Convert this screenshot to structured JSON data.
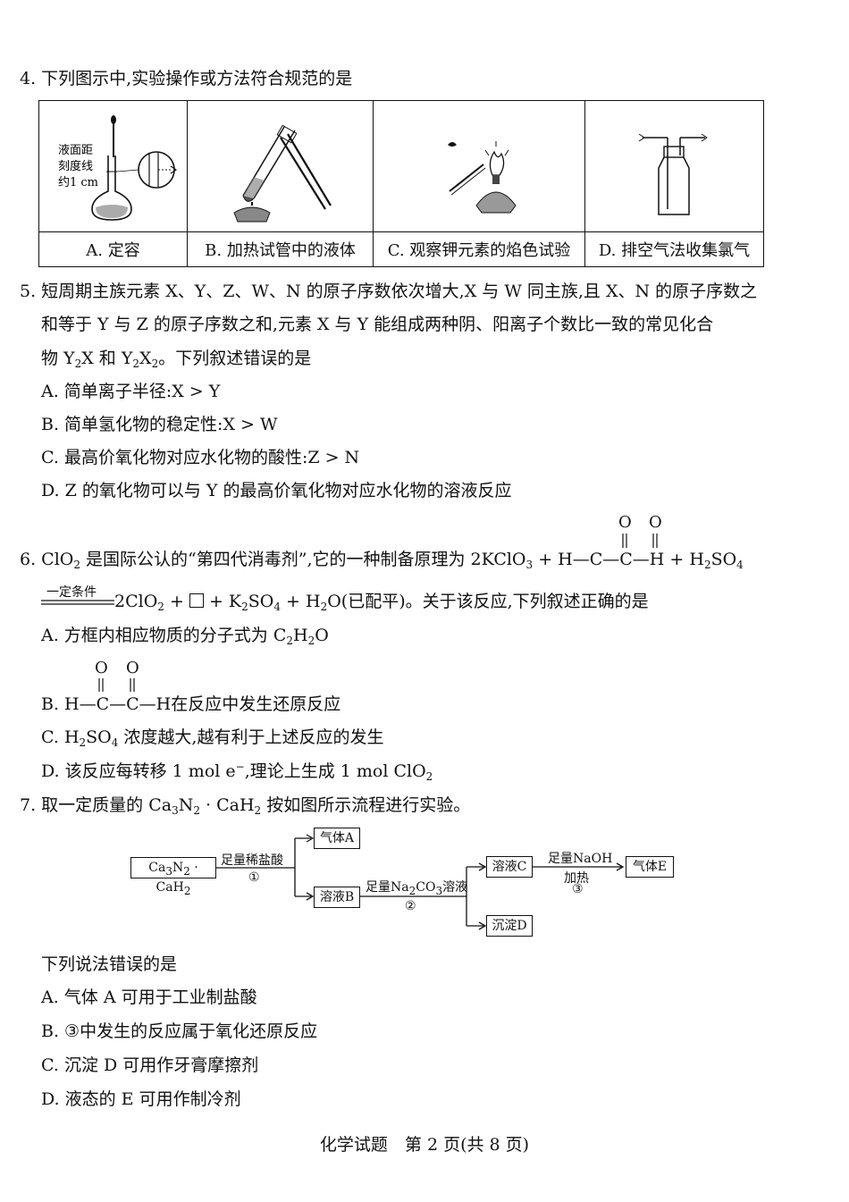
{
  "q4": {
    "stem": "4. 下列图示中,实验操作或方法符合规范的是",
    "inline_note": "液面距刻度线约1 cm",
    "options": [
      "A. 定容",
      "B. 加热试管中的液体",
      "C. 观察钾元素的焰色试验",
      "D. 排空气法收集氯气"
    ]
  },
  "q5": {
    "stem1": "5. 短周期主族元素 X、Y、Z、W、N 的原子序数依次增大,X 与 W 同主族,且 X、N 的原子序数之",
    "stem2": "和等于 Y 与 Z 的原子序数之和,元素 X 与 Y 能组成两种阴、阳离子个数比一致的常见化合",
    "stem3_a": "物 Y",
    "stem3_b": "X 和 Y",
    "stem3_c": "X",
    "stem3_d": "。下列叙述错误的是",
    "sub2": "2",
    "options": [
      "A. 简单离子半径:X > Y",
      "B. 简单氢化物的稳定性:X > W",
      "C. 最高价氧化物对应水化物的酸性:Z > N",
      "D. Z 的氧化物可以与 Y 的最高价氧化物对应水化物的溶液反应"
    ]
  },
  "q6": {
    "stem_a": "6. ClO",
    "stem_b": " 是国际公认的“第四代消毒剂”,它的一种制备原理为 2KClO",
    "stem_c": " + H—C—C—H + H",
    "stem_d": "SO",
    "sub2": "2",
    "sub3": "3",
    "sub4": "4",
    "oxygen": "O",
    "condition": "一定条件",
    "line2_a": "2ClO",
    "line2_b": " + ",
    "line2_c": " + K",
    "line2_d": "SO",
    "line2_e": " + H",
    "line2_f": "O(已配平)。关于该反应,下列叙述正确的是",
    "optA_a": "A. 方框内相应物质的分子式为 C",
    "optA_b": "H",
    "optA_c": "O",
    "optB_a": "B. H—C—C—H在反应中发生还原反应",
    "optC_a": "C. H",
    "optC_b": "SO",
    "optC_c": " 浓度越大,越有利于上述反应的发生",
    "optD_a": "D. 该反应每转移 1 mol e",
    "optD_sup": "−",
    "optD_b": ",理论上生成 1 mol ClO"
  },
  "q7": {
    "stem_a": "7. 取一定质量的 Ca",
    "stem_b": "N",
    "stem_c": " · CaH",
    "stem_d": " 按如图所示流程进行实验。",
    "sub3": "3",
    "sub2": "2",
    "flow": {
      "start_a": "Ca",
      "start_b": "N",
      "start_c": " · CaH",
      "step1": "足量稀盐酸",
      "step1_num": "①",
      "gasA": "气体A",
      "solB": "溶液B",
      "step2_a": "足量Na",
      "step2_b": "CO",
      "step2_c": "溶液",
      "step2_num": "②",
      "solC": "溶液C",
      "precD": "沉淀D",
      "step3_top": "足量NaOH",
      "step3_bot": "加热",
      "step3_num": "③",
      "gasE": "气体E"
    },
    "prompt": "下列说法错误的是",
    "options": [
      "A. 气体 A 可用于工业制盐酸",
      "B. ③中发生的反应属于氧化还原反应",
      "C. 沉淀 D 可用作牙膏摩擦剂",
      "D. 液态的 E 可用作制冷剂"
    ]
  },
  "footer": "化学试题　第 2 页(共 8 页)"
}
